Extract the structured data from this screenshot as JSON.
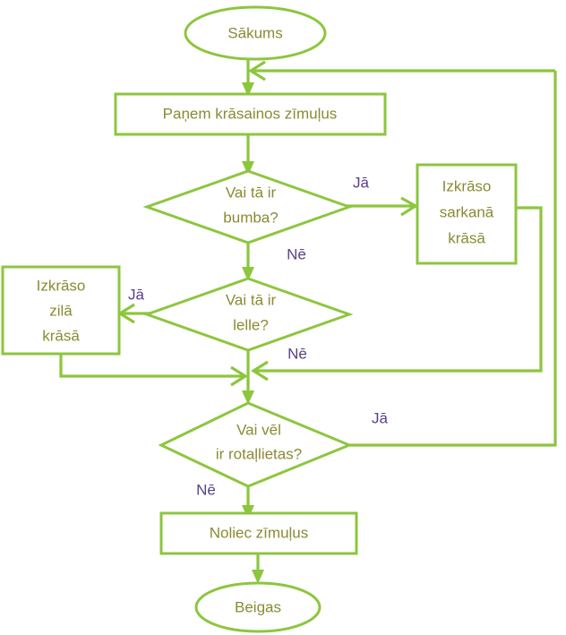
{
  "diagram": {
    "title": "Krasainie zimuli flowchart",
    "colors": {
      "shape_stroke": "#8CC63E",
      "shape_fill": "#ffffff",
      "node_text": "#8a8a33",
      "edge_label_text": "#5b3f86",
      "background": "#ffffff"
    },
    "nodes": {
      "start": {
        "label": "Sākums",
        "type": "terminator"
      },
      "take_pencils": {
        "label": "Paņem krāsainos zīmuļus",
        "type": "process"
      },
      "is_ball": {
        "label_line1": "Vai tā ir",
        "label_line2": "bumba?",
        "type": "decision"
      },
      "color_red": {
        "label_line1": "Izkrāso",
        "label_line2": "sarkanā",
        "label_line3": "krāsā",
        "type": "process"
      },
      "is_doll": {
        "label_line1": "Vai tā ir",
        "label_line2": "lelle?",
        "type": "decision"
      },
      "color_blue": {
        "label_line1": "Izkrāso",
        "label_line2": "zilā",
        "label_line3": "krāsā",
        "type": "process"
      },
      "more_toys": {
        "label_line1": "Vai vēl",
        "label_line2": "ir rotaļlietas?",
        "type": "decision"
      },
      "put_pencils": {
        "label": "Noliec zīmuļus",
        "type": "process"
      },
      "end": {
        "label": "Beigas",
        "type": "terminator"
      }
    },
    "edge_labels": {
      "ball_yes": "Jā",
      "ball_no": "Nē",
      "doll_yes": "Jā",
      "doll_no": "Nē",
      "more_yes": "Jā",
      "more_no": "Nē"
    }
  }
}
